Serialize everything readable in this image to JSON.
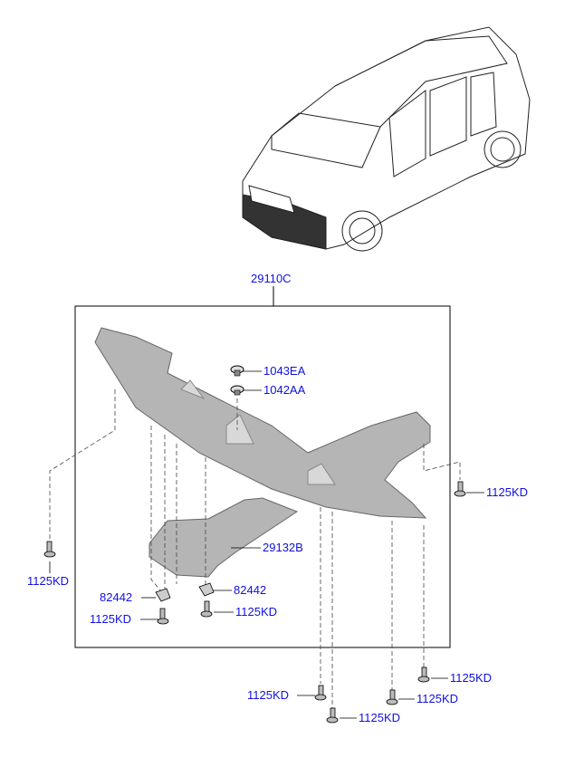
{
  "diagram": {
    "assembly_label": "29110C",
    "parts": {
      "clip_upper": "1043EA",
      "clip_lower": "1042AA",
      "side_cover": "29132B",
      "nut_left": "82442",
      "nut_right": "82442"
    },
    "bolts": [
      "1125KD",
      "1125KD",
      "1125KD",
      "1125KD",
      "1125KD",
      "1125KD",
      "1125KD",
      "1125KD"
    ],
    "colors": {
      "label": "#1010e0",
      "line": "#000000",
      "part_fill": "#b8b8b8"
    }
  }
}
